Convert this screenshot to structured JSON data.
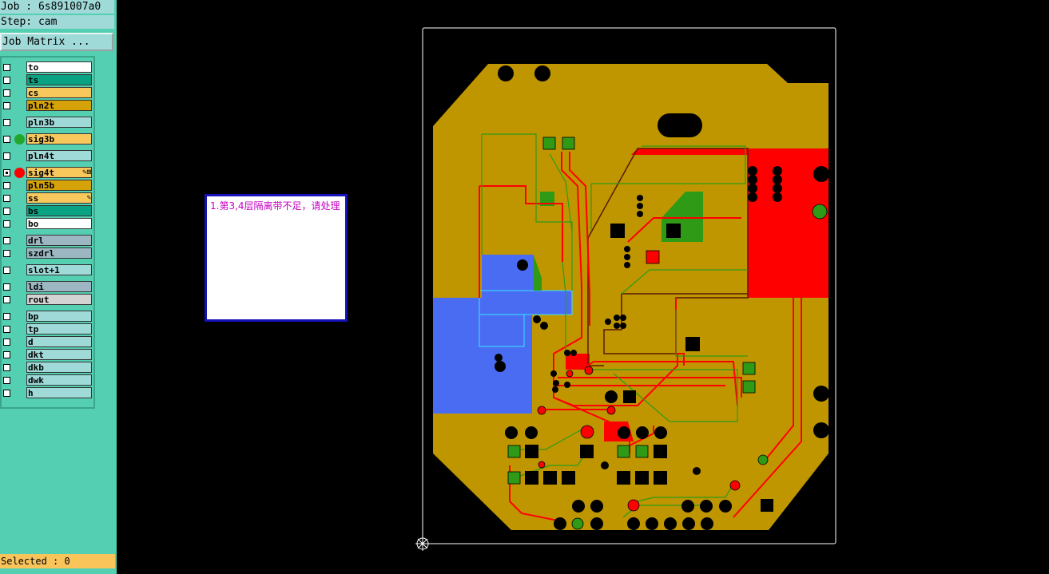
{
  "job": "Job : 6s891007a0",
  "step": "Step: cam",
  "matrix_button": "Job Matrix ...",
  "selected": "Selected : 0",
  "message": "1.第3,4层隔离带不足，请处理",
  "layers": [
    {
      "name": "to",
      "color": "#ffffff"
    },
    {
      "name": "ts",
      "color": "#09a383"
    },
    {
      "name": "cs",
      "color": "#f8c85c"
    },
    {
      "name": "pln2t",
      "color": "#d5a20a"
    },
    {
      "name": "pln3b",
      "color": "#9fdad8"
    },
    {
      "name": "sig3b",
      "color": "#f8c85c",
      "dot": "#22a62b"
    },
    {
      "name": "pln4t",
      "color": "#9fdad8"
    },
    {
      "name": "sig4t",
      "color": "#f8c85c",
      "dot": "#ff0000",
      "active": true,
      "flag": "✎⊞"
    },
    {
      "name": "pln5b",
      "color": "#d5a20a"
    },
    {
      "name": "ss",
      "color": "#f8c85c",
      "flag": "✎"
    },
    {
      "name": "bs",
      "color": "#09a383"
    },
    {
      "name": "bo",
      "color": "#ffffff"
    },
    {
      "name": "drl",
      "color": "#9cb7c2"
    },
    {
      "name": "szdrl",
      "color": "#9cb7c2"
    },
    {
      "name": "slot+1",
      "color": "#9fdad8"
    },
    {
      "name": "ldi",
      "color": "#9cb7c2"
    },
    {
      "name": "rout",
      "color": "#d3d3d3"
    },
    {
      "name": "bp",
      "color": "#9fdad8"
    },
    {
      "name": "tp",
      "color": "#9fdad8"
    },
    {
      "name": "d",
      "color": "#9fdad8"
    },
    {
      "name": "dkt",
      "color": "#9fdad8"
    },
    {
      "name": "dkb",
      "color": "#9fdad8"
    },
    {
      "name": "dwk",
      "color": "#9fdad8"
    },
    {
      "name": "h",
      "color": "#9fdad8"
    }
  ],
  "colors": {
    "copper": "#bf9600",
    "signal_red": "#ff0000",
    "signal_green": "#2e9a16",
    "selected_blue": "#4a6cf2",
    "panel": "#55cfb2",
    "message_text": "#c400c4",
    "message_border": "#1612b9"
  },
  "icons": {
    "origin_marker": "origin-crosshair-icon"
  }
}
